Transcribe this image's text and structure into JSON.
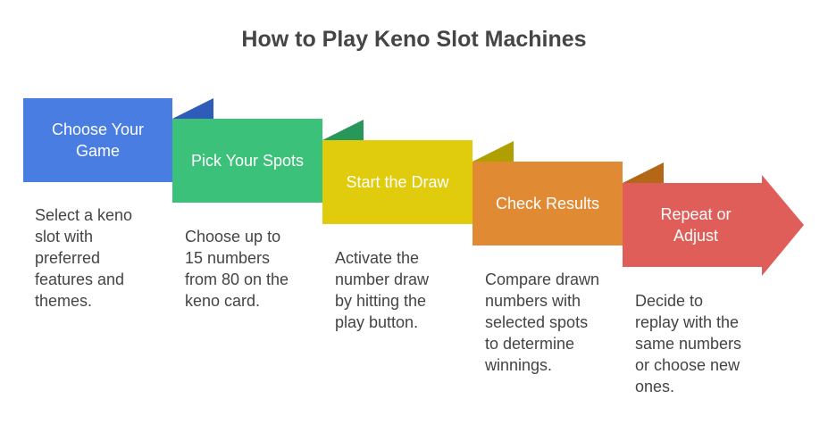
{
  "title": "How to Play Keno Slot Machines",
  "colors": {
    "step1": "#4a7de2",
    "step1_fold": "#2f5cb8",
    "step2": "#3cc17a",
    "step2_fold": "#27985a",
    "step3": "#e0cc0c",
    "step3_fold": "#b09f00",
    "step4": "#e08a34",
    "step4_fold": "#b56718",
    "step5": "#e05e5a"
  },
  "steps": [
    {
      "label": "Choose Your\nGame",
      "description": "Select a keno\nslot with\npreferred\nfeatures and\nthemes."
    },
    {
      "label": "Pick Your Spots",
      "description": "Choose up to\n15 numbers\nfrom 80 on the\nkeno card."
    },
    {
      "label": "Start the Draw",
      "description": "Activate the\nnumber draw\nby hitting the\nplay button."
    },
    {
      "label": "Check Results",
      "description": "Compare drawn\nnumbers with\nselected spots\nto determine\nwinnings."
    },
    {
      "label": "Repeat or\nAdjust",
      "description": "Decide to\nreplay with the\nsame numbers\nor choose new\nones."
    }
  ]
}
